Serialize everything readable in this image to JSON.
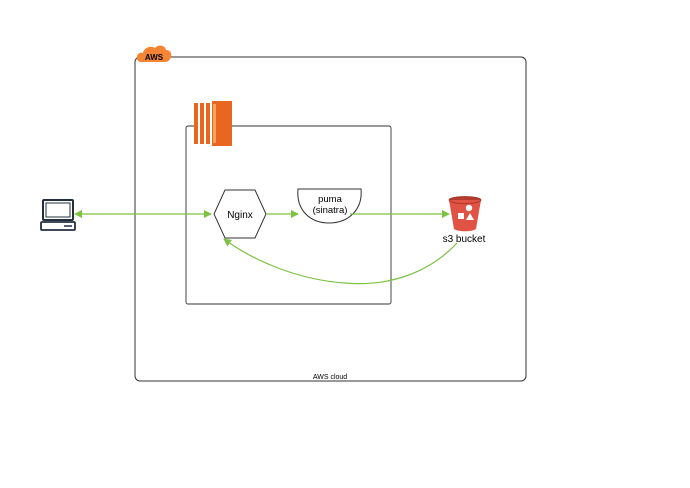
{
  "diagram": {
    "cloud_badge": "AWS",
    "cloud_label": "AWS cloud",
    "nginx_label": "Nginx",
    "puma_label_line1": "puma",
    "puma_label_line2": "(sinatra)",
    "s3_label": "s3 bucket",
    "icons": [
      "aws-cloud-icon",
      "ec2-instance-icon",
      "laptop-icon",
      "s3-bucket-icon"
    ]
  },
  "colors": {
    "aws_orange": "#F58534",
    "ec2_orange": "#E8661F",
    "s3_red": "#E05243",
    "arrow_green": "#7DC242",
    "line_gray": "#333333"
  }
}
